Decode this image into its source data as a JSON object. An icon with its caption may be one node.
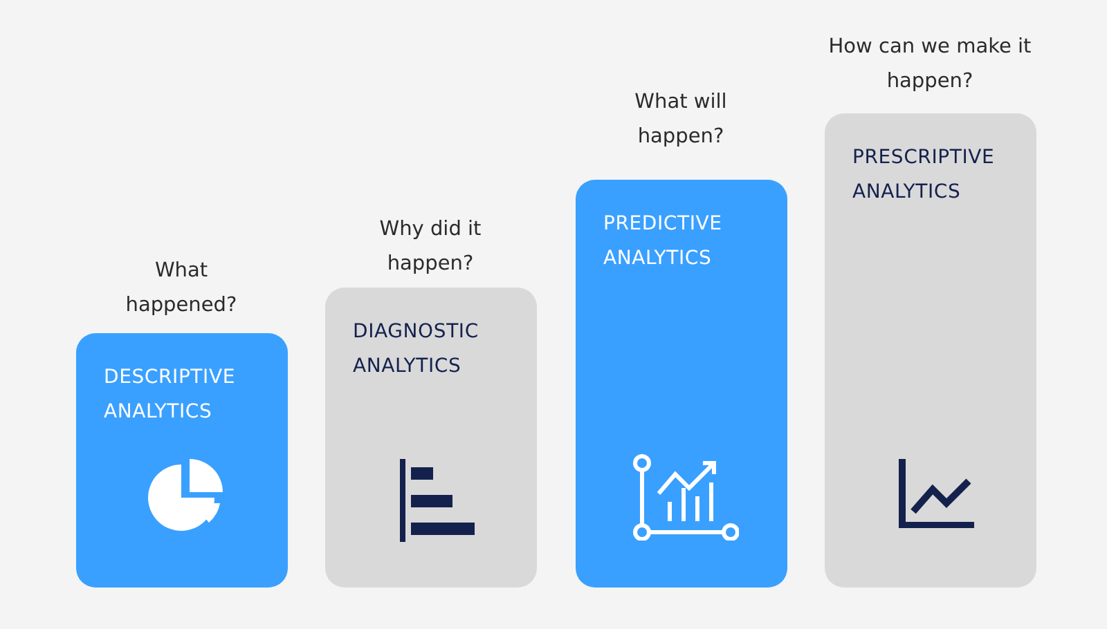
{
  "diagram": {
    "nodes": [
      {
        "text": [
          "DESCRIPTIVE ANALYTICS"
        ],
        "beside": [
          "What happened?"
        ]
      },
      {
        "text": [
          "DIAGNOSTIC ANALYTICS"
        ],
        "beside": [
          "Why did it happen?"
        ]
      },
      {
        "text": [
          "PREDICTIVE ANALYTICS"
        ],
        "beside": [
          "What will happen?"
        ]
      },
      {
        "text": [
          "PRESCRIPTIVE ANALYTICS"
        ],
        "beside": [
          "How can we make it happen?"
        ]
      }
    ]
  }
}
